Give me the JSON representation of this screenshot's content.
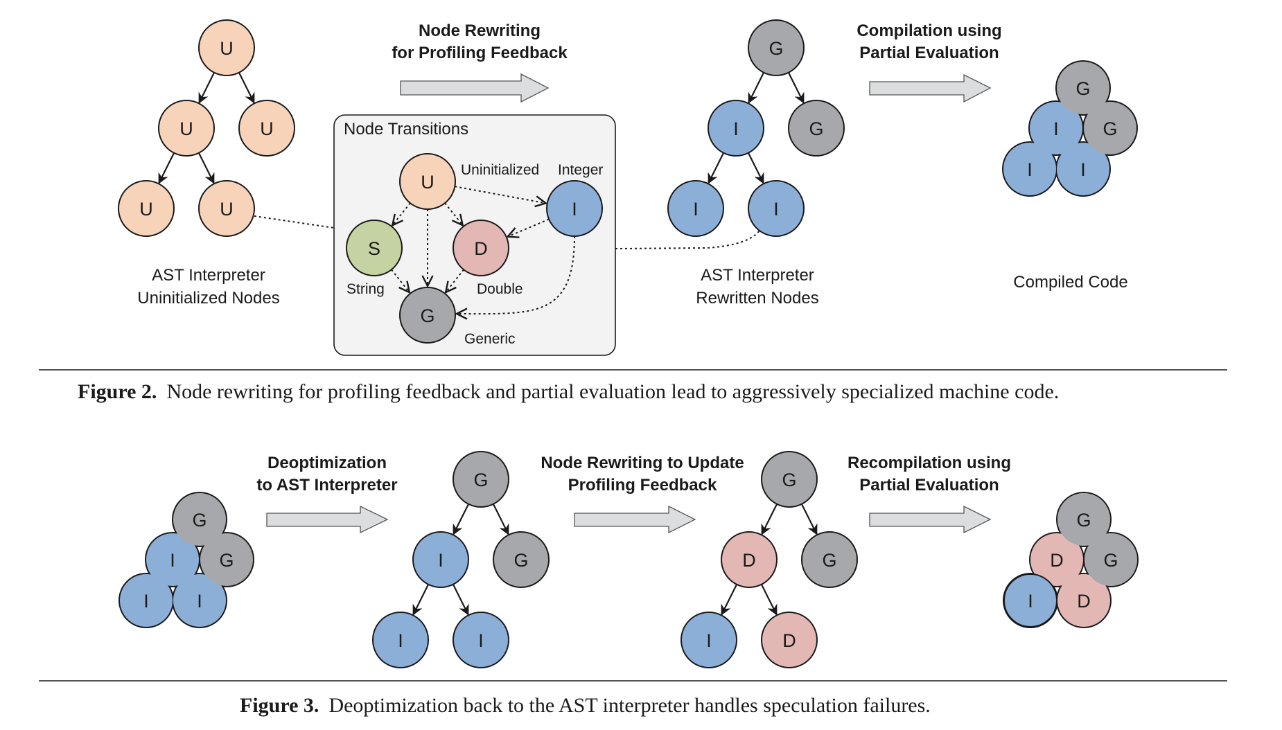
{
  "colors": {
    "U": "#f6d3b9",
    "I": "#8cafd8",
    "G": "#a7a8ab",
    "S": "#c5d3a3",
    "D": "#e3b8b4",
    "arrow_fill": "#dcdddf",
    "panel_fill": "#f2f3f2"
  },
  "figure2": {
    "steps": [
      {
        "line1": "Node Rewriting",
        "line2": "for Profiling Feedback"
      },
      {
        "line1": "Compilation using",
        "line2": "Partial Evaluation"
      }
    ],
    "tree_uninitialized": {
      "nodes": [
        "U",
        "U",
        "U",
        "U",
        "U"
      ],
      "label_line1": "AST Interpreter",
      "label_line2": "Uninitialized Nodes"
    },
    "tree_rewritten": {
      "nodes": [
        "G",
        "I",
        "G",
        "I",
        "I"
      ],
      "label_line1": "AST Interpreter",
      "label_line2": "Rewritten Nodes"
    },
    "compiled": {
      "nodes": [
        "G",
        "I",
        "G",
        "I",
        "I"
      ],
      "label": "Compiled Code"
    },
    "transitions": {
      "title": "Node Transitions",
      "states": [
        {
          "key": "U",
          "name": "Uninitialized"
        },
        {
          "key": "I",
          "name": "Integer"
        },
        {
          "key": "S",
          "name": "String"
        },
        {
          "key": "D",
          "name": "Double"
        },
        {
          "key": "G",
          "name": "Generic"
        }
      ],
      "edges": [
        [
          "U",
          "S"
        ],
        [
          "U",
          "G"
        ],
        [
          "U",
          "D"
        ],
        [
          "U",
          "I"
        ],
        [
          "I",
          "D"
        ],
        [
          "I",
          "G"
        ],
        [
          "S",
          "G"
        ],
        [
          "D",
          "G"
        ]
      ]
    },
    "caption_bold": "Figure 2.",
    "caption_text": "Node rewriting for profiling feedback and partial evaluation lead to aggressively specialized machine code."
  },
  "figure3": {
    "steps": [
      {
        "line1": "Deoptimization",
        "line2": "to AST Interpreter"
      },
      {
        "line1": "Node Rewriting to Update",
        "line2": "Profiling Feedback"
      },
      {
        "line1": "Recompilation using",
        "line2": "Partial Evaluation"
      }
    ],
    "blob_before": {
      "nodes": [
        "G",
        "I",
        "G",
        "I",
        "I"
      ]
    },
    "tree_deopt": {
      "nodes": [
        "G",
        "I",
        "G",
        "I",
        "I"
      ]
    },
    "tree_rewritten": {
      "nodes": [
        "G",
        "D",
        "G",
        "I",
        "D"
      ]
    },
    "blob_after": {
      "nodes": [
        "G",
        "D",
        "G",
        "I",
        "D"
      ]
    },
    "caption_bold": "Figure 3.",
    "caption_text": "Deoptimization back to the AST interpreter handles speculation failures."
  }
}
